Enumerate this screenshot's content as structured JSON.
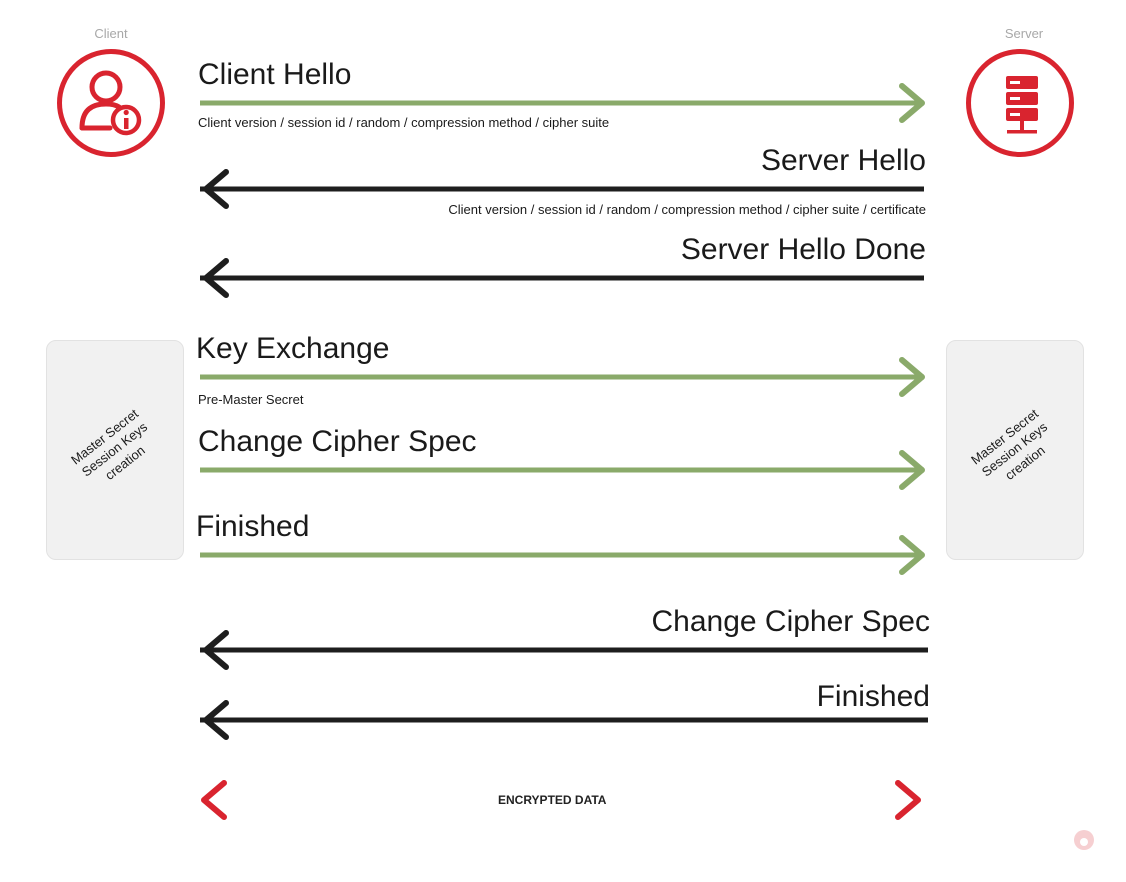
{
  "colors": {
    "accent_red": "#d9242f",
    "client_to_server": "#8aaa6a",
    "server_to_client": "#1e1e1e",
    "box_fill": "#f1f1f1"
  },
  "actors": {
    "client": {
      "label": "Client",
      "icon": "user-info-icon"
    },
    "server": {
      "label": "Server",
      "icon": "server-rack-icon"
    }
  },
  "messages": [
    {
      "label": "Client Hello",
      "detail": "Client version / session id / random / compression method / cipher suite",
      "direction": "client-to-server"
    },
    {
      "label": "Server Hello",
      "detail": "Client version / session id / random / compression method / cipher suite / certificate",
      "direction": "server-to-client"
    },
    {
      "label": "Server Hello Done",
      "detail": "",
      "direction": "server-to-client"
    },
    {
      "label": "Key Exchange",
      "detail": "Pre-Master Secret",
      "direction": "client-to-server"
    },
    {
      "label": "Change Cipher Spec",
      "detail": "",
      "direction": "client-to-server"
    },
    {
      "label": "Finished",
      "detail": "",
      "direction": "client-to-server"
    },
    {
      "label": "Change Cipher Spec",
      "detail": "",
      "direction": "server-to-client"
    },
    {
      "label": "Finished",
      "detail": "",
      "direction": "server-to-client"
    }
  ],
  "side_boxes": {
    "client": [
      "Master Secret",
      "Session Keys",
      "creation"
    ],
    "server": [
      "Master Secret",
      "Session Keys",
      "creation"
    ]
  },
  "encrypted": {
    "label": "ENCRYPTED DATA",
    "direction": "bidirectional"
  }
}
